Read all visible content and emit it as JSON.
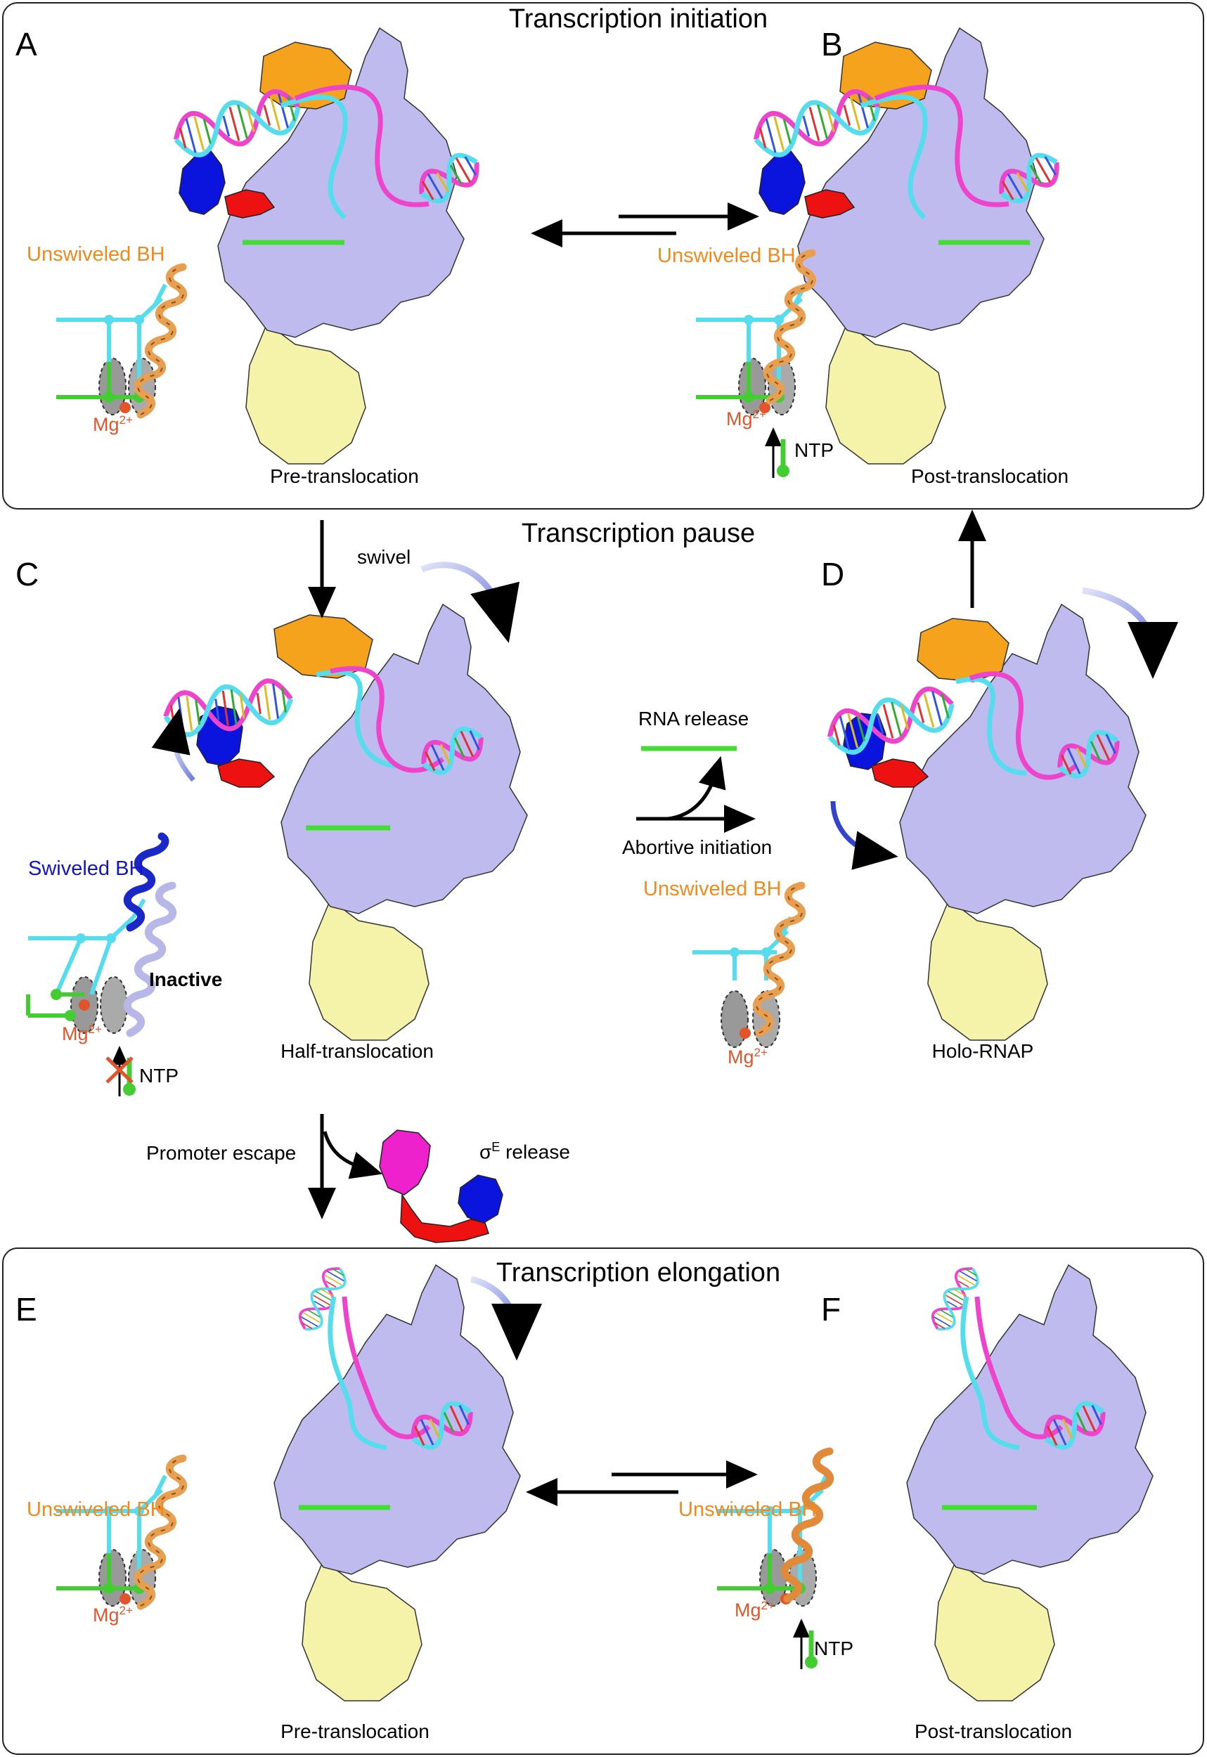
{
  "sections": {
    "initiation": "Transcription initiation",
    "pause": "Transcription pause",
    "elongation": "Transcription elongation"
  },
  "panels": {
    "A": {
      "letter": "A",
      "caption": "Pre-translocation",
      "bh_label": "Unswiveled BH",
      "mg": "Mg",
      "mg_charge": "2+"
    },
    "B": {
      "letter": "B",
      "caption": "Post-translocation",
      "bh_label": "Unswiveled BH",
      "mg": "Mg",
      "mg_charge": "2+",
      "ntp": "NTP"
    },
    "C": {
      "letter": "C",
      "caption": "Half-translocation",
      "bh_label": "Swiveled BH",
      "mg": "Mg",
      "mg_charge": "2+",
      "ntp": "NTP",
      "state": "Inactive"
    },
    "D": {
      "letter": "D",
      "caption": "Holo-RNAP",
      "bh_label": "Unswiveled BH",
      "mg": "Mg",
      "mg_charge": "2+"
    },
    "E": {
      "letter": "E",
      "caption": "Pre-translocation",
      "bh_label": "Unswiveled BH",
      "mg": "Mg",
      "mg_charge": "2+"
    },
    "F": {
      "letter": "F",
      "caption": "Post-translocation",
      "bh_label": "Unswiveled BH",
      "mg": "Mg",
      "mg_charge": "2+",
      "ntp": "NTP"
    }
  },
  "transitions": {
    "swivel": "swivel",
    "rna_release": "RNA release",
    "abortive_initiation": "Abortive initiation",
    "promoter_escape": "Promoter escape",
    "sigma_symbol": "σ",
    "sigma_superscript": "E",
    "sigma_release": " release"
  },
  "colors": {
    "rnap_core": "#bfbbee",
    "beta_prime_yellow": "#f5f3aa",
    "orange_domain": "#f5a21c",
    "sigma_magenta": "#ee22cc",
    "sigma_blue": "#0a14dd",
    "sigma_red": "#ee1111",
    "template_dna": "#55ddee",
    "nontemplate_dna": "#ee44cc",
    "rna": "#44dd33",
    "mg_ion": "#e2542a",
    "bridge_helix_orange": "#e8a050",
    "bridge_helix_blue": "#1a28c8"
  }
}
